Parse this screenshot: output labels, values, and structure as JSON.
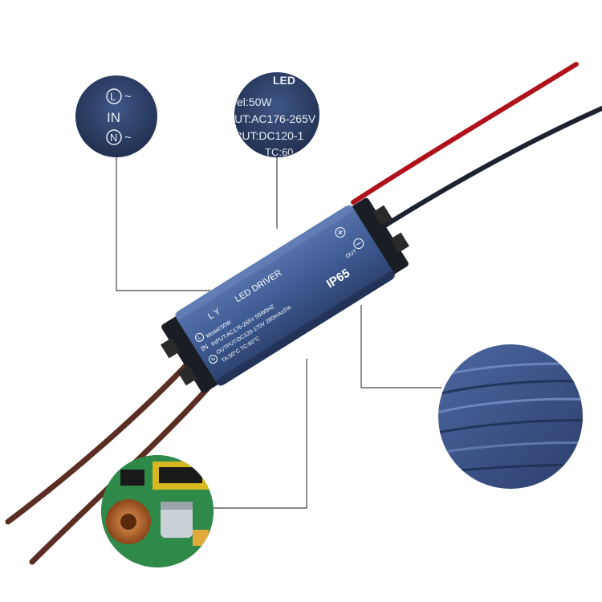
{
  "driver": {
    "brand": "L Y",
    "title": "LED DRIVER",
    "model": "Model:50W",
    "input": "INPUT:AC176-265V 50/60HZ",
    "output": "OUTPUT:DC120-170V 280mA±5%",
    "temps": "TA:50°C  TC:60°C",
    "rating": "IP65",
    "out_label": "OUT",
    "plus": "+",
    "minus": "−",
    "in_label": "IN",
    "l_mark": "L",
    "n_mark": "N"
  },
  "callout_terminals": {
    "l_mark": "L",
    "tilde": "~",
    "in_label": "IN",
    "n_mark": "N"
  },
  "callout_label": {
    "line1": "LED",
    "line2": "el:50W",
    "line3": "UT:AC176-265V",
    "line4": "PUT:DC120-1",
    "line5": "TC:60"
  },
  "colors": {
    "housing": "#3f5a8f",
    "housing_dark": "#2c3f66",
    "wire_red": "#b0121c",
    "wire_black": "#1c2230",
    "wire_brown": "#5a2e22",
    "leader": "#333333",
    "pcb_green": "#2f8a4a"
  }
}
